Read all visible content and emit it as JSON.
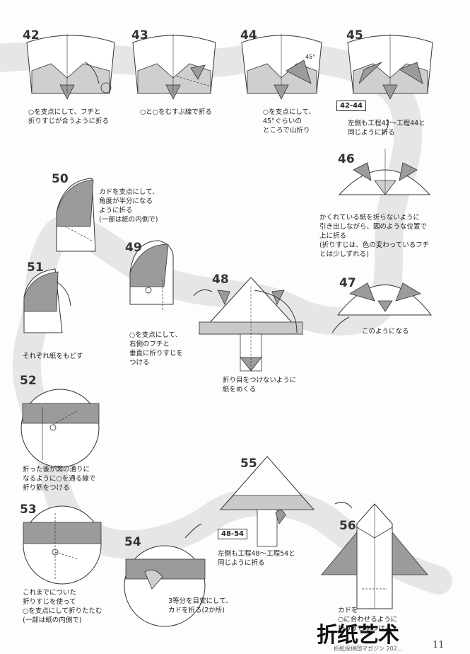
{
  "steps": [
    {
      "n": "42",
      "caption": "○を支点にして、フチと\n折りすじが合うように折る"
    },
    {
      "n": "43",
      "caption": "○と○をむすぶ線で折る"
    },
    {
      "n": "44",
      "caption": "○を支点にして、\n45°ぐらいの\nところで山折り"
    },
    {
      "n": "45",
      "caption": "左側も工程42〜工程44と\n同じように折る",
      "tag": "42-44"
    },
    {
      "n": "46",
      "caption": "かくれている紙を折らないように\n引き出しながら、図のような位置で\n上に折る\n(折りすじは、色の変わっているフチ\nとは少しずれる)"
    },
    {
      "n": "47",
      "caption": "このようになる"
    },
    {
      "n": "48",
      "caption": "折り目をつけないように\n紙をめくる"
    },
    {
      "n": "49",
      "caption": "○を支点にして、\n右側のフチと\n垂直に折りすじを\nつける"
    },
    {
      "n": "50",
      "caption": "カドを支点にして、\n角度が半分になる\nように折る\n(一部は紙の内側で)"
    },
    {
      "n": "51",
      "caption": "それぞれ紙をもどす"
    },
    {
      "n": "52",
      "caption": "折った後が図の通りに\nなるように○を通る線で\n折り筋をつける"
    },
    {
      "n": "53",
      "caption": "これまでについた\n折りすじを使って\n○を支点にして折りたたむ\n(一部は紙の内側で)"
    },
    {
      "n": "54",
      "caption": "3等分を目安にして、\nカドを折る(2か所)"
    },
    {
      "n": "55",
      "caption": "左側も工程48〜工程54と\n同じように折る",
      "tag": "48-54"
    },
    {
      "n": "56",
      "caption": "カドを\n○に合わせるように\n折りすじをつける"
    }
  ],
  "annotations": {
    "angle": "45°"
  },
  "footer": "折紙探偵団マガジン 202…",
  "page_number": "11",
  "logo_text": "折纸艺术",
  "colors": {
    "paper_gray": "#9b9b9b",
    "light_gray": "#d8d8d8",
    "band": "#e4e4e4",
    "line": "#333333"
  }
}
